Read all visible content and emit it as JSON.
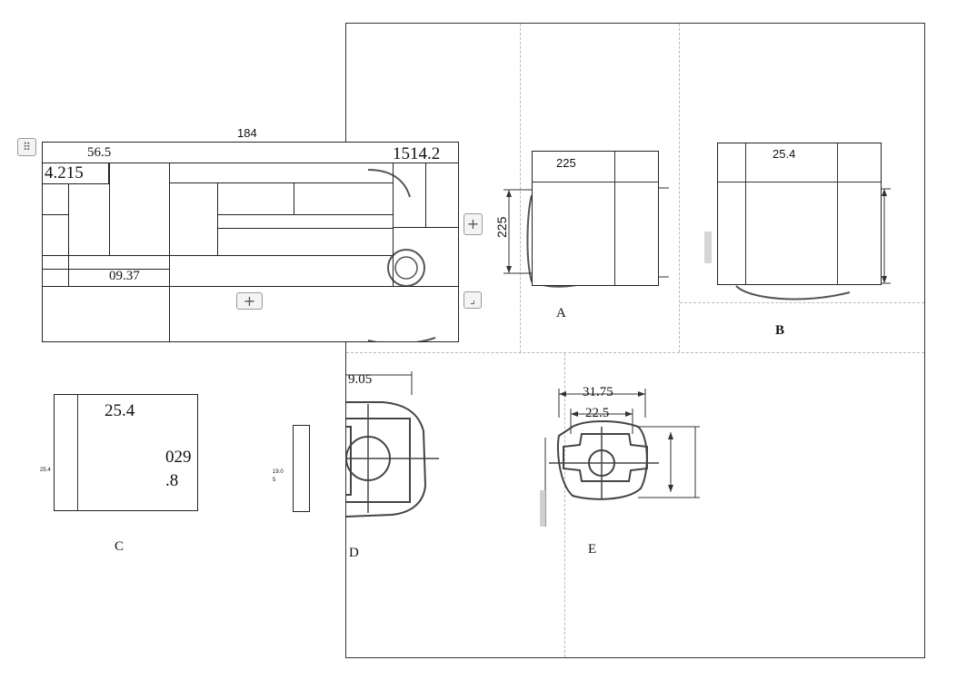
{
  "drawings": {
    "A": {
      "label": "A",
      "top_value": "225",
      "side_value": "225"
    },
    "B": {
      "label": "B",
      "top_value": "25.4"
    },
    "C": {
      "label": "C",
      "top_value": "25.4",
      "right_line1": "029",
      "right_line2": ".8",
      "left_small": "25.4"
    },
    "C_side": {
      "small_line1": "19.0",
      "small_line2": "5"
    },
    "D": {
      "label": "D",
      "dim": "9.05"
    },
    "E": {
      "label": "E",
      "dim_outer": "31.75",
      "dim_inner": "22.5"
    }
  },
  "table": {
    "top_label": "184",
    "header_left": "56.5",
    "header_right": "1514.2",
    "row_value": "4.215",
    "cell_value": "09.37"
  },
  "controls": {
    "drag_handle": "⠿",
    "add_column": "+",
    "add_row": "+",
    "resize": "⌟"
  }
}
